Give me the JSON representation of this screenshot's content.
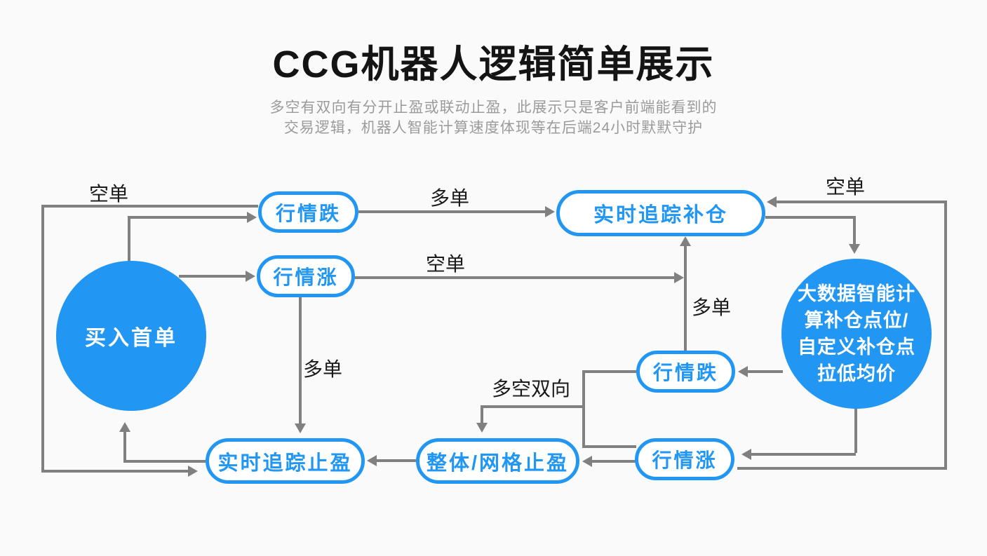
{
  "header": {
    "title": "CCG机器人逻辑简单展示",
    "subtitle_lines": [
      "多空有双向有分开止盈或联动止盈，此展示只是客户前端能看到的",
      "交易逻辑，机器人智能计算速度体现等在后端24小时默默守护"
    ]
  },
  "colors": {
    "accent": "#2196F3",
    "line": "#808080",
    "label": "#1a1a1a",
    "subtitle": "#9b9b9b",
    "background": "#fafafa",
    "title": "#141414",
    "node_text": "#ffffff"
  },
  "nodes": {
    "buy_first": {
      "label": "买入首单"
    },
    "market_down_top": {
      "label": "行情跌"
    },
    "market_up_top": {
      "label": "行情涨"
    },
    "track_replenish": {
      "label": "实时追踪补仓"
    },
    "bigdata": {
      "lines": [
        "大数据智能计",
        "算补仓点位/",
        "自定义补仓点",
        "拉低均价"
      ]
    },
    "market_down_right": {
      "label": "行情跌"
    },
    "market_up_right": {
      "label": "行情涨"
    },
    "grid_take_profit": {
      "label": "整体/网格止盈"
    },
    "track_take_profit": {
      "label": "实时追踪止盈"
    }
  },
  "edge_labels": {
    "short_top_left": "空单",
    "long_top_mid": "多单",
    "short_mid": "空单",
    "short_top_right": "空单",
    "long_right_mid": "多单",
    "long_left_mid": "多单",
    "dual_direction": "多空双向"
  }
}
